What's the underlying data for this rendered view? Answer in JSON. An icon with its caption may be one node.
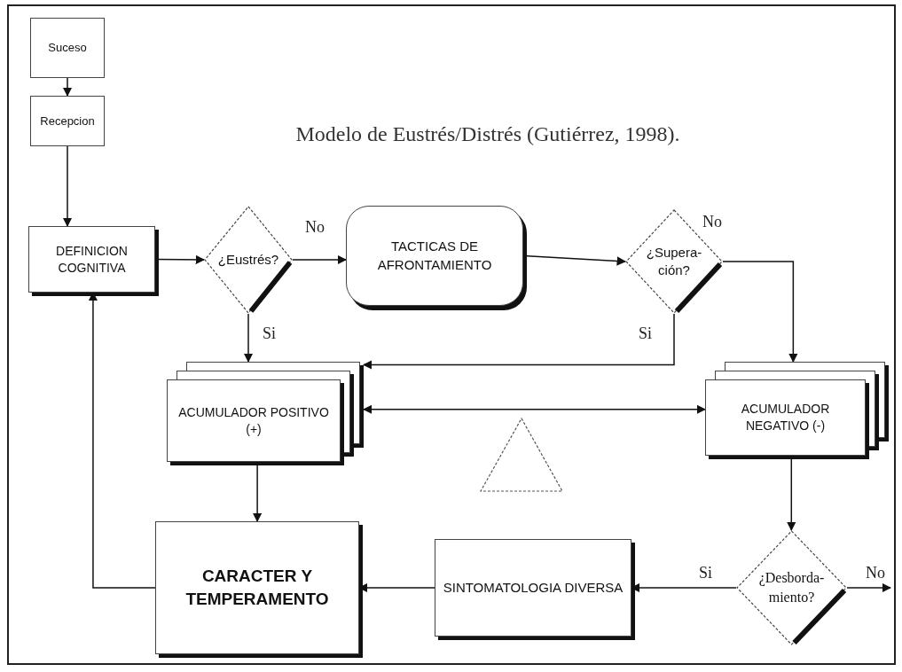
{
  "diagram": {
    "title": "Modelo de Eustrés/Distrés (Gutiérrez, 1998).",
    "nodes": [
      {
        "text": [
          "Suceso"
        ]
      },
      {
        "text": [
          "Recepcion"
        ]
      },
      {
        "text": [
          "DEFINICION COGNITIVA"
        ]
      },
      {
        "text": [
          "¿Eustrés?"
        ]
      },
      {
        "text": [
          "TACTICAS DE AFRONTAMIENTO"
        ]
      },
      {
        "text": [
          "¿Supera- ción?"
        ]
      },
      {
        "text": [
          "ACUMULADOR POSITIVO (+)"
        ]
      },
      {
        "text": [
          "ACUMULADOR NEGATIVO (-)"
        ]
      },
      {
        "text": [
          "CARACTER Y TEMPERAMENTO"
        ]
      },
      {
        "text": [
          "SINTOMATOLOGIA DIVERSA"
        ]
      },
      {
        "text": [
          "¿Desborda- miento?"
        ]
      }
    ],
    "edges": [
      {
        "from": 0,
        "to": 1,
        "arrow": "to"
      },
      {
        "from": 1,
        "to": 2,
        "arrow": "to"
      },
      {
        "from": 2,
        "to": 3,
        "arrow": "to"
      },
      {
        "from": 3,
        "to": 4,
        "arrow": "to",
        "label": "No"
      },
      {
        "from": 4,
        "to": 5,
        "arrow": "to"
      },
      {
        "from": 5,
        "to": 7,
        "arrow": "to",
        "label": "No"
      },
      {
        "from": 3,
        "to": 6,
        "arrow": "to",
        "label": "Si"
      },
      {
        "from": 5,
        "to": 6,
        "arrow": "to",
        "label": "Si"
      },
      {
        "from": 6,
        "to": 7,
        "arrow": "both"
      },
      {
        "from": 6,
        "to": 8,
        "arrow": "to"
      },
      {
        "from": 7,
        "to": 10,
        "arrow": "to"
      },
      {
        "from": 10,
        "to": 9,
        "arrow": "to",
        "label": "Si"
      },
      {
        "from": 9,
        "to": 8,
        "arrow": "to"
      },
      {
        "from": 8,
        "to": 2,
        "arrow": "to"
      },
      {
        "from": 10,
        "to": null,
        "arrow": "to",
        "label": "No"
      }
    ]
  }
}
